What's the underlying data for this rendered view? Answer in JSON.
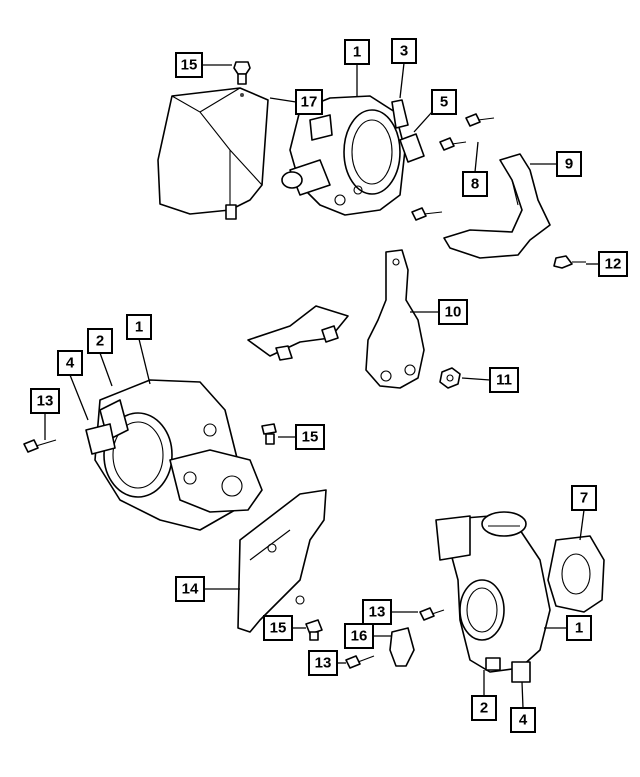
{
  "callouts": {
    "c15a": "15",
    "c17": "17",
    "c1a": "1",
    "c3": "3",
    "c5": "5",
    "c8": "8",
    "c9": "9",
    "c12": "12",
    "c10": "10",
    "c11": "11",
    "c2b": "2",
    "c1b": "1",
    "c4b": "4",
    "c13a": "13",
    "c15b": "15",
    "c7": "7",
    "c14": "14",
    "c13b": "13",
    "c1c": "1",
    "c15c": "15",
    "c16": "16",
    "c13c": "13",
    "c2c": "2",
    "c4c": "4"
  }
}
